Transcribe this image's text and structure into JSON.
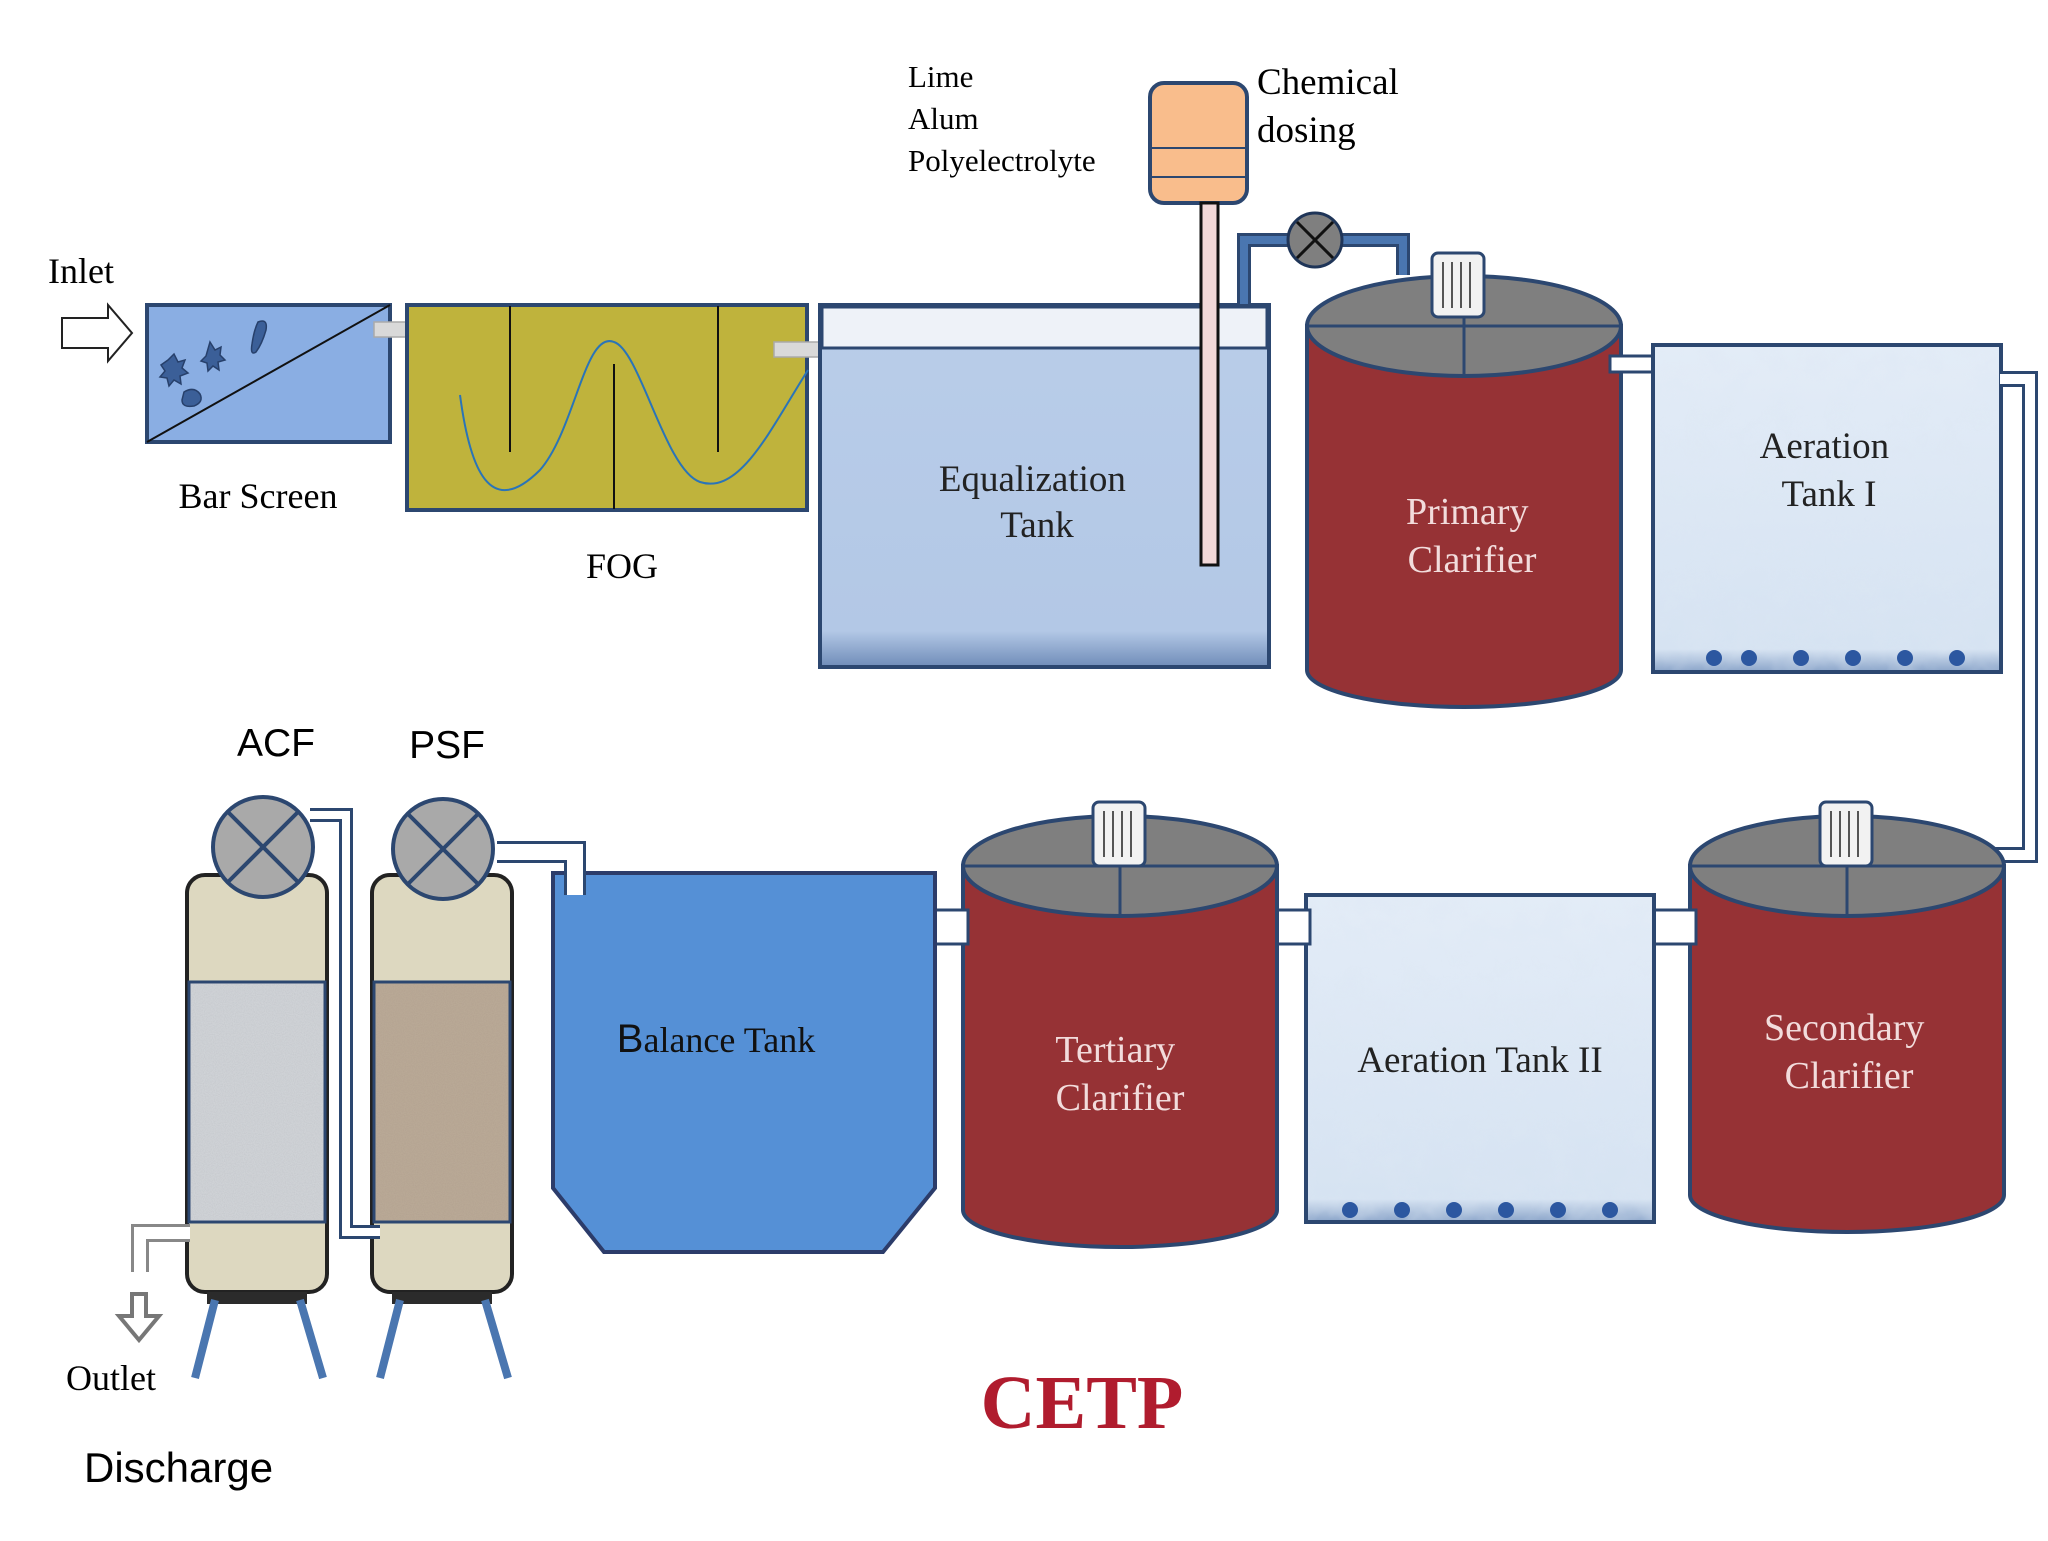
{
  "labels": {
    "inlet": "Inlet",
    "bar_screen": "Bar Screen",
    "fog": "FOG",
    "chemicals": [
      "Lime",
      "Alum",
      "Polyelectrolyte"
    ],
    "chemical_dosing": [
      "Chemical",
      "dosing"
    ],
    "equalization_tank": [
      "Equalization",
      "Tank"
    ],
    "primary_clarifier": [
      "Primary",
      "Clarifier"
    ],
    "aeration_tank_1": [
      "Aeration",
      "Tank I"
    ],
    "secondary_clarifier": [
      "Secondary",
      "Clarifier"
    ],
    "aeration_tank_2": "Aeration Tank II",
    "tertiary_clarifier": [
      "Tertiary",
      "Clarifier"
    ],
    "balance_tank_initial": "B",
    "balance_tank_rest": "alance Tank",
    "acf": "ACF",
    "psf": "PSF",
    "outlet": "Outlet",
    "discharge": "Discharge",
    "title": "CETP"
  },
  "colors": {
    "bar_screen": "#8aaee3",
    "fog": "#bfb33c",
    "equalization": "#b7cbe8",
    "clarifier": "#963235",
    "clarifier_lid": "#7f7f7f",
    "aeration": "#dde8f4",
    "balance_tank": "#5590d6",
    "pipe": "#4a76b0",
    "filter_body": "#ddd8c0",
    "acf_media": "#a4a8ad",
    "psf_media": "#9a8b7a",
    "dosing_tank": "#f9bd8c",
    "title": "#b01c2e",
    "outline": "#2c4770"
  }
}
